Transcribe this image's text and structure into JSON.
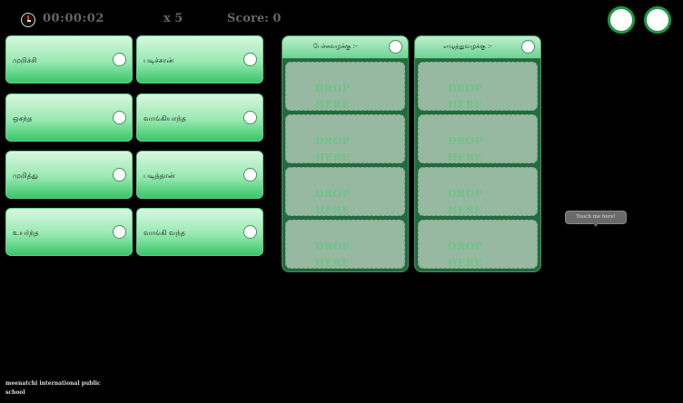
{
  "hud": {
    "timer": "00:00:02",
    "lives": "x 5",
    "score": "Score: 0"
  },
  "cards": [
    {
      "label": "முறிச்சி"
    },
    {
      "label": "படிச்சான்"
    },
    {
      "label": "ஒசந்த"
    },
    {
      "label": "வாங்கியாந்த"
    },
    {
      "label": "முறித்து"
    },
    {
      "label": "படித்தான்"
    },
    {
      "label": "உயர்ந்த"
    },
    {
      "label": "வாங்கி வந்த"
    }
  ],
  "panels": [
    {
      "title": "பேச்சுவழக்கு :-"
    },
    {
      "title": "எழுத்துவழக்கு :-"
    }
  ],
  "drop_slot": {
    "line1": "DROP",
    "line2": "HERE"
  },
  "tooltip": {
    "text": "Touch me here!"
  },
  "footer": {
    "text": "meenatchi international public school"
  }
}
